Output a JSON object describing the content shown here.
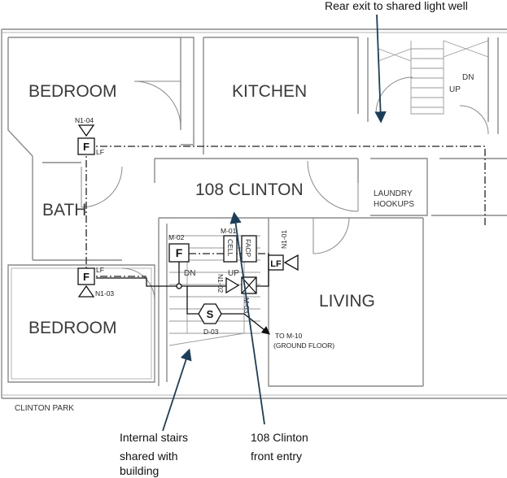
{
  "rooms": {
    "bedroom_top": "BEDROOM",
    "kitchen": "KITCHEN",
    "unit": "108 CLINTON",
    "bath": "BATH",
    "living": "LIVING",
    "bedroom_bottom": "BEDROOM"
  },
  "labels": {
    "laundry_1": "LAUNDRY",
    "laundry_2": "HOOKUPS",
    "street": "CLINTON PARK",
    "stair_up_rear": "UP",
    "stair_dn_rear": "DN",
    "stair_dn_internal": "DN",
    "stair_up_internal": "UP",
    "to_m10_1": "TO M-10",
    "to_m10_2": "(GROUND FLOOR)"
  },
  "devices": {
    "n1_04": "N1-04",
    "n1_03": "N1-03",
    "n1_01": "N1-01",
    "n1_02": "N1-02",
    "m_02": "M-02",
    "m_01": "M-01",
    "d_03": "D-03",
    "cell": "CELL",
    "facp": "FACP",
    "m_03": "M-03",
    "lf1": "LF",
    "lf2": "LF",
    "lf3": "LF",
    "f_symbol": "F",
    "s_symbol": "S"
  },
  "callouts": {
    "rear_exit": "Rear exit to shared light well",
    "internal_stairs_1": "Internal stairs",
    "internal_stairs_2": "shared with",
    "internal_stairs_3": "building",
    "front_entry_1": "108 Clinton",
    "front_entry_2": "front entry"
  },
  "colors": {
    "callout_arrow": "#1b3f5a",
    "wall": "#8a8a8a",
    "circuit": "#222222"
  }
}
